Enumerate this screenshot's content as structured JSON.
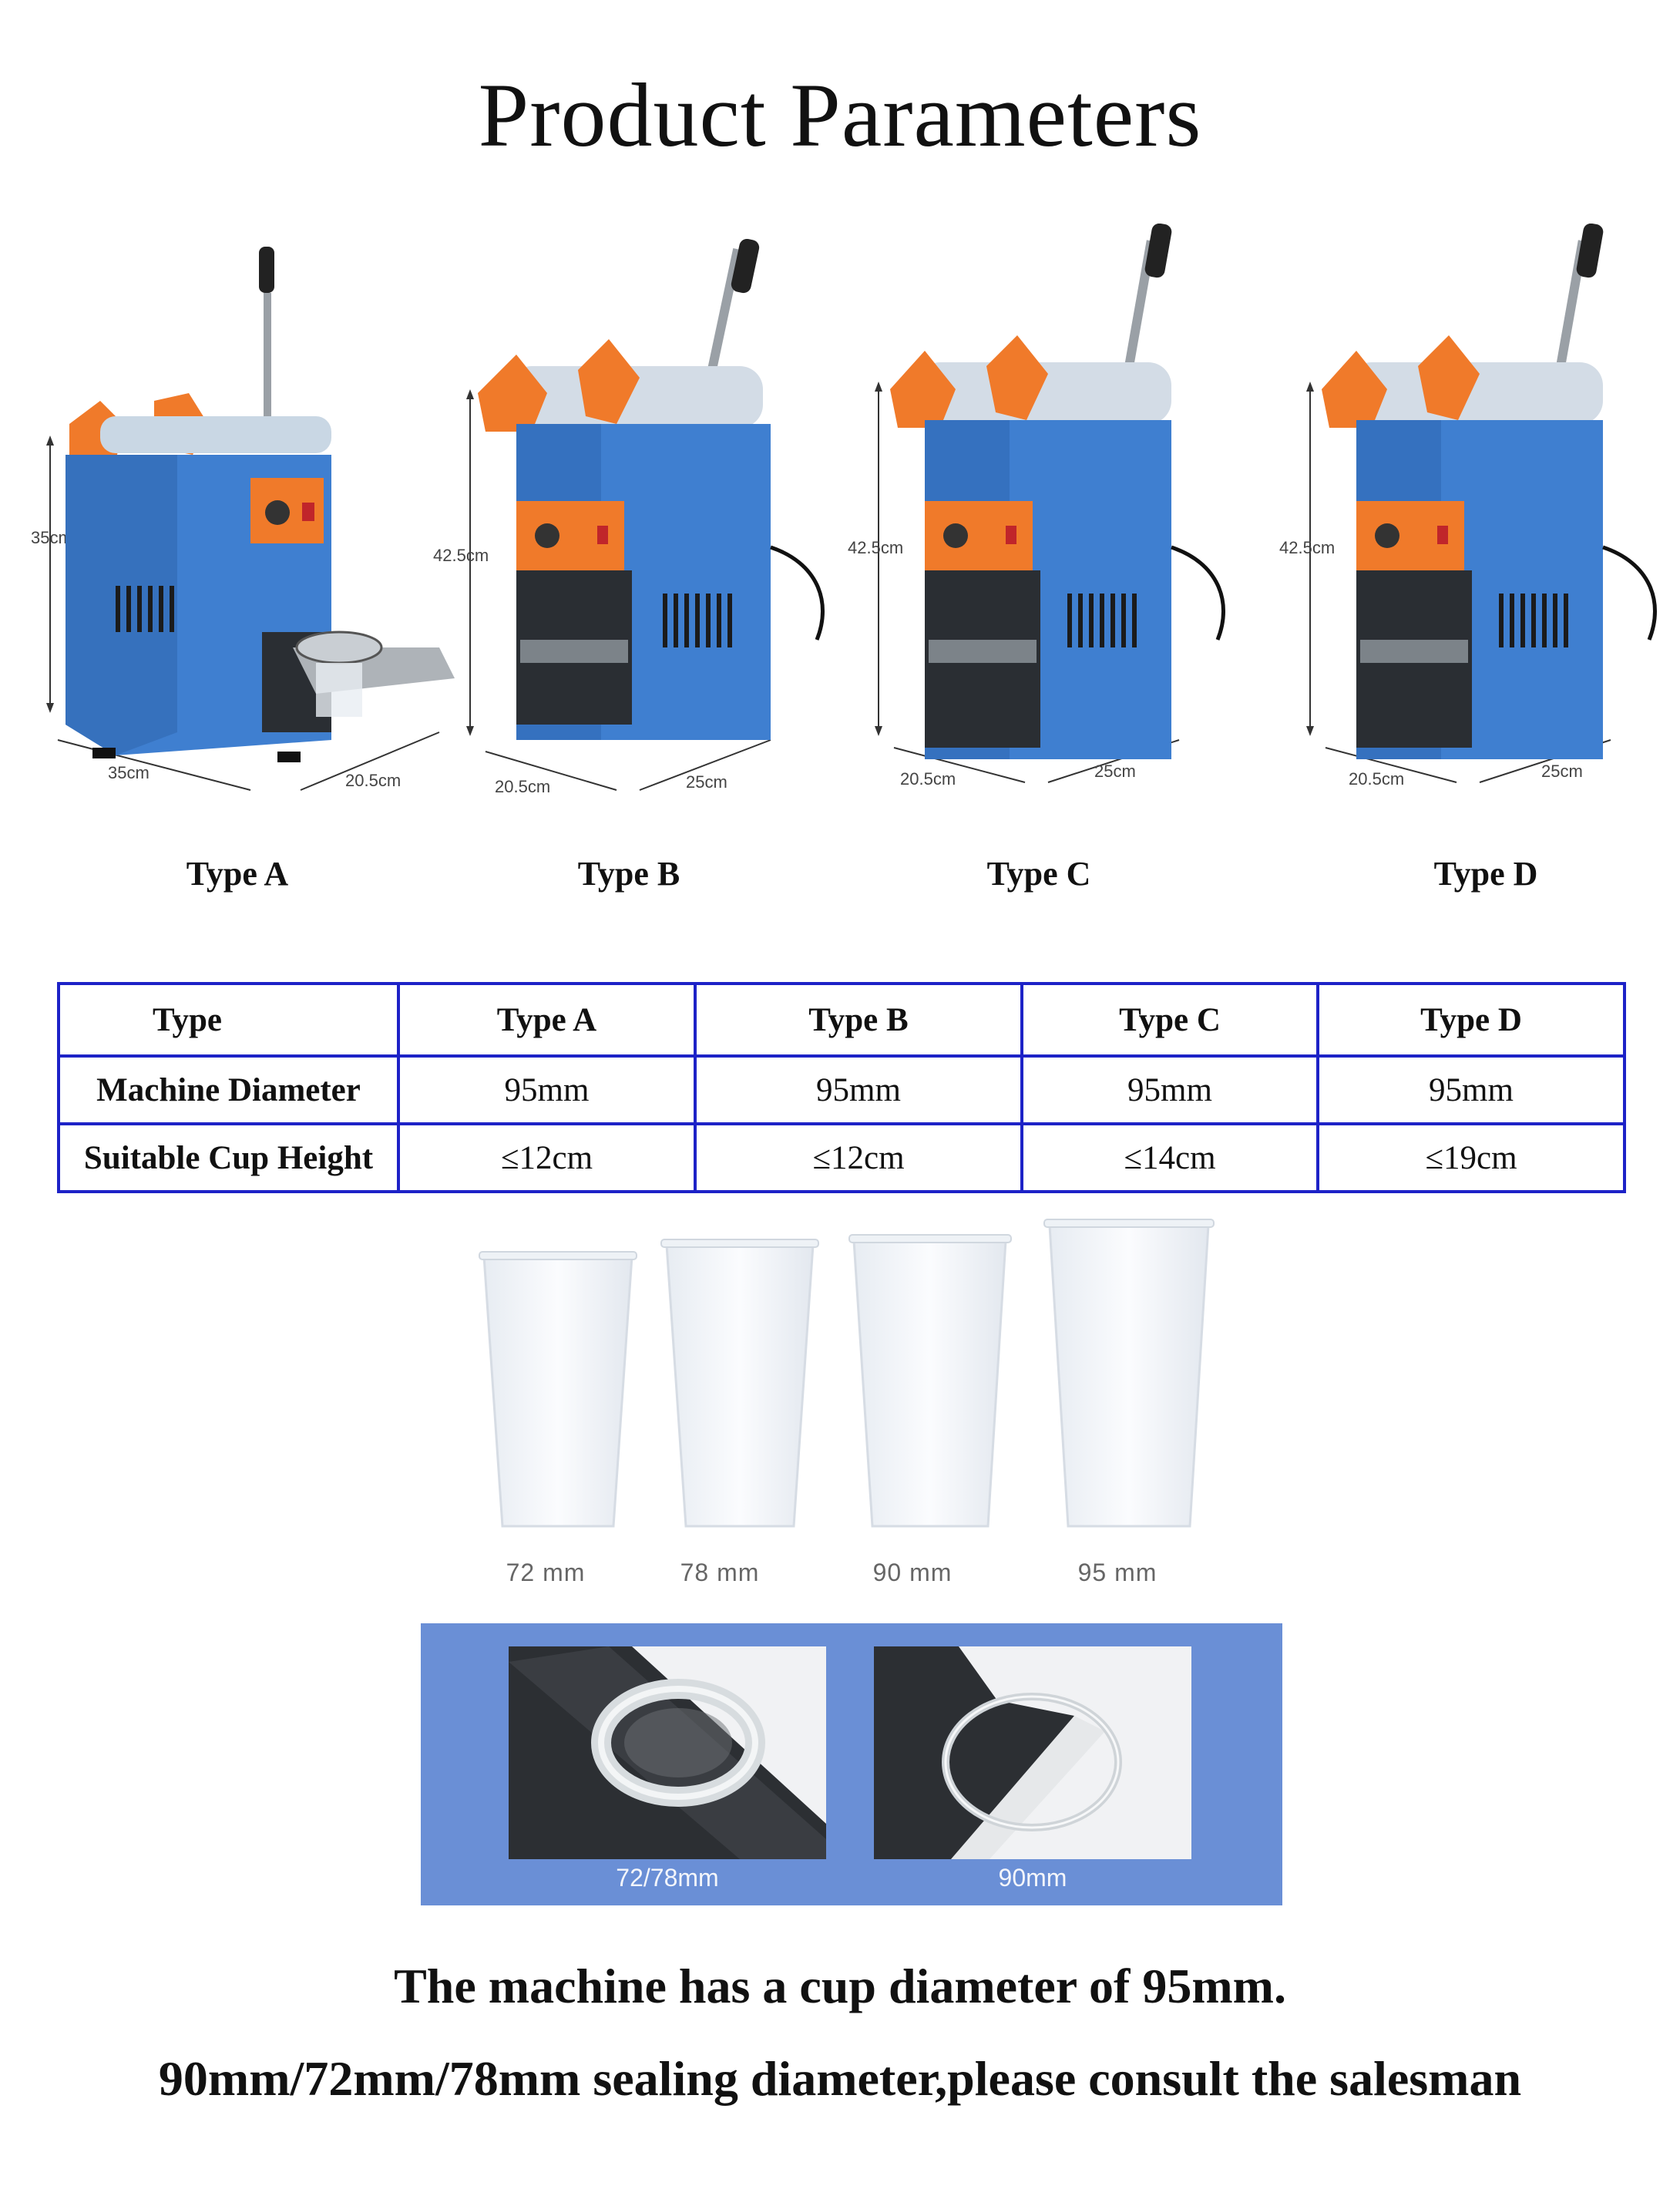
{
  "title": "Product Parameters",
  "machines": [
    {
      "label": "Type A",
      "height": "35cm",
      "depth": "35cm",
      "width": "20.5cm"
    },
    {
      "label": "Type B",
      "height": "42.5cm",
      "depth": "20.5cm",
      "width": "25cm"
    },
    {
      "label": "Type C",
      "height": "42.5cm",
      "depth": "20.5cm",
      "width": "25cm"
    },
    {
      "label": "Type D",
      "height": "42.5cm",
      "depth": "20.5cm",
      "width": "25cm"
    }
  ],
  "table": {
    "header": [
      "Type",
      "Type A",
      "Type B",
      "Type C",
      "Type D"
    ],
    "rows": [
      [
        "Machine Diameter",
        "95mm",
        "95mm",
        "95mm",
        "95mm"
      ],
      [
        "Suitable Cup Height",
        "≤12cm",
        "≤12cm",
        "≤14cm",
        "≤19cm"
      ]
    ]
  },
  "cups": [
    "72  mm",
    "78  mm",
    "90  mm",
    "95  mm"
  ],
  "seal_rings": [
    "72/78mm",
    "90mm"
  ],
  "footer": {
    "line1": "The machine has a cup diameter of 95mm.",
    "line2": "90mm/72mm/78mm sealing diameter,please consult the salesman"
  },
  "colors": {
    "table_border": "#1d22c7",
    "machine_body": "#3f7fd0",
    "machine_accent": "#f07a2a",
    "panel": "#6a8fd6"
  }
}
